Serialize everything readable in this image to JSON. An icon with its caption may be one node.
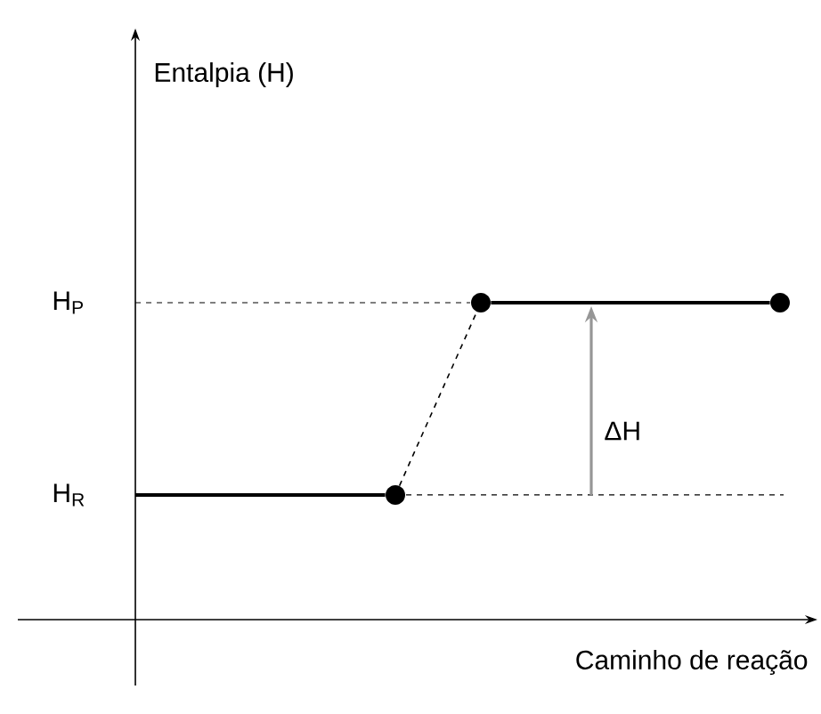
{
  "diagram": {
    "nodes": [
      {
        "text": [],
        "shape": "circle"
      },
      {
        "text": [],
        "shape": "circle"
      },
      {
        "text": [],
        "shape": "circle"
      }
    ],
    "edges": [
      {
        "from": null,
        "to": 0,
        "arrow": "none"
      },
      {
        "from": 0,
        "to": 1,
        "arrow": "none",
        "style": "dashed"
      },
      {
        "from": 1,
        "to": 2,
        "arrow": "none"
      }
    ],
    "labels": [
      "Entalpia (H)",
      "H$_{P}$",
      "H$_{R}$",
      "ΔH",
      "Caminho de reação"
    ]
  }
}
